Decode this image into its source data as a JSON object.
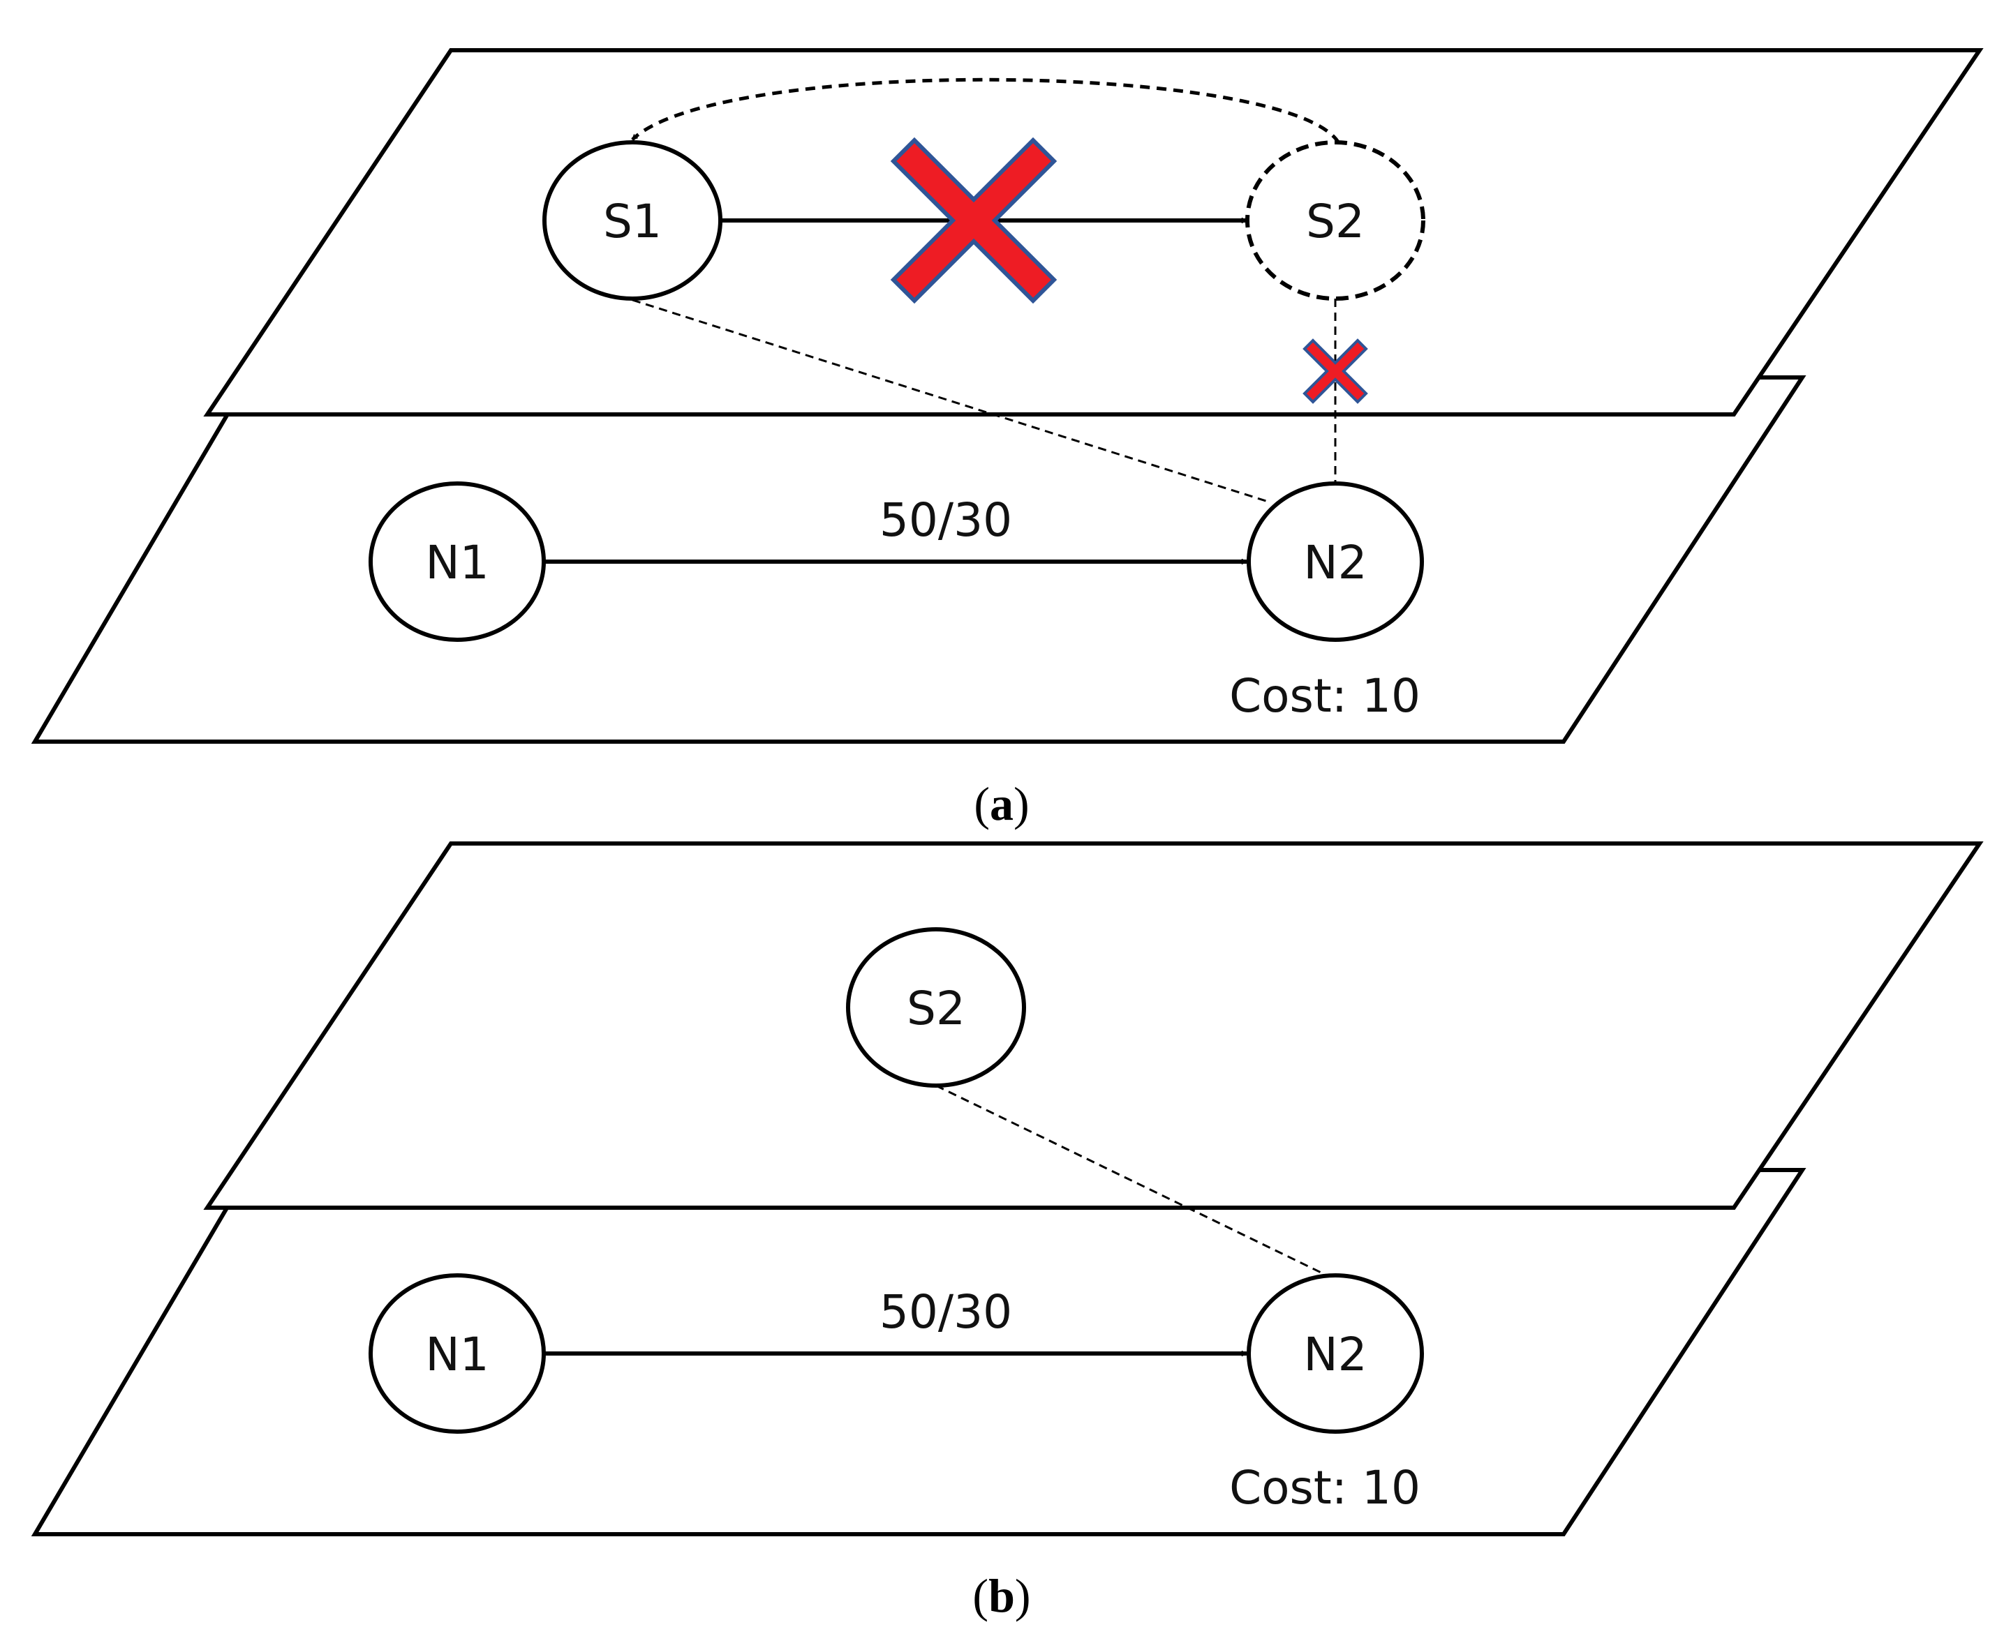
{
  "colors": {
    "stroke": "#000000",
    "failure_mark_fill": "#ee1c24",
    "failure_mark_outline": "#2f5597",
    "background": "#ffffff"
  },
  "panel_a": {
    "caption_open": "(",
    "caption_letter": "a",
    "caption_close": ")",
    "upper_layer": {
      "nodes": [
        {
          "id": "S1",
          "label": "S1",
          "style": "solid"
        },
        {
          "id": "S2",
          "label": "S2",
          "style": "dashed"
        }
      ],
      "failed_link": {
        "from": "S1",
        "to": "S2",
        "icon": "failure-x-icon"
      },
      "migration_arrow": {
        "from": "S2",
        "to": "S1",
        "style": "dashed-curve"
      }
    },
    "lower_layer": {
      "nodes": [
        {
          "id": "N1",
          "label": "N1"
        },
        {
          "id": "N2",
          "label": "N2"
        }
      ],
      "link": {
        "from": "N1",
        "to": "N2",
        "label": "50/30"
      },
      "cost_label": "Cost: 10"
    },
    "mappings": [
      {
        "virtual": "S1",
        "physical": "N2",
        "status": "mapped"
      },
      {
        "virtual": "S2",
        "physical": "N2",
        "status": "failed",
        "icon": "failure-x-icon"
      }
    ]
  },
  "panel_b": {
    "caption_open": "(",
    "caption_letter": "b",
    "caption_close": ")",
    "upper_layer": {
      "nodes": [
        {
          "id": "S2",
          "label": "S2",
          "style": "solid"
        }
      ]
    },
    "lower_layer": {
      "nodes": [
        {
          "id": "N1",
          "label": "N1"
        },
        {
          "id": "N2",
          "label": "N2"
        }
      ],
      "link": {
        "from": "N1",
        "to": "N2",
        "label": "50/30"
      },
      "cost_label": "Cost: 10"
    },
    "mappings": [
      {
        "virtual": "S2",
        "physical": "N2",
        "status": "mapped"
      }
    ]
  }
}
